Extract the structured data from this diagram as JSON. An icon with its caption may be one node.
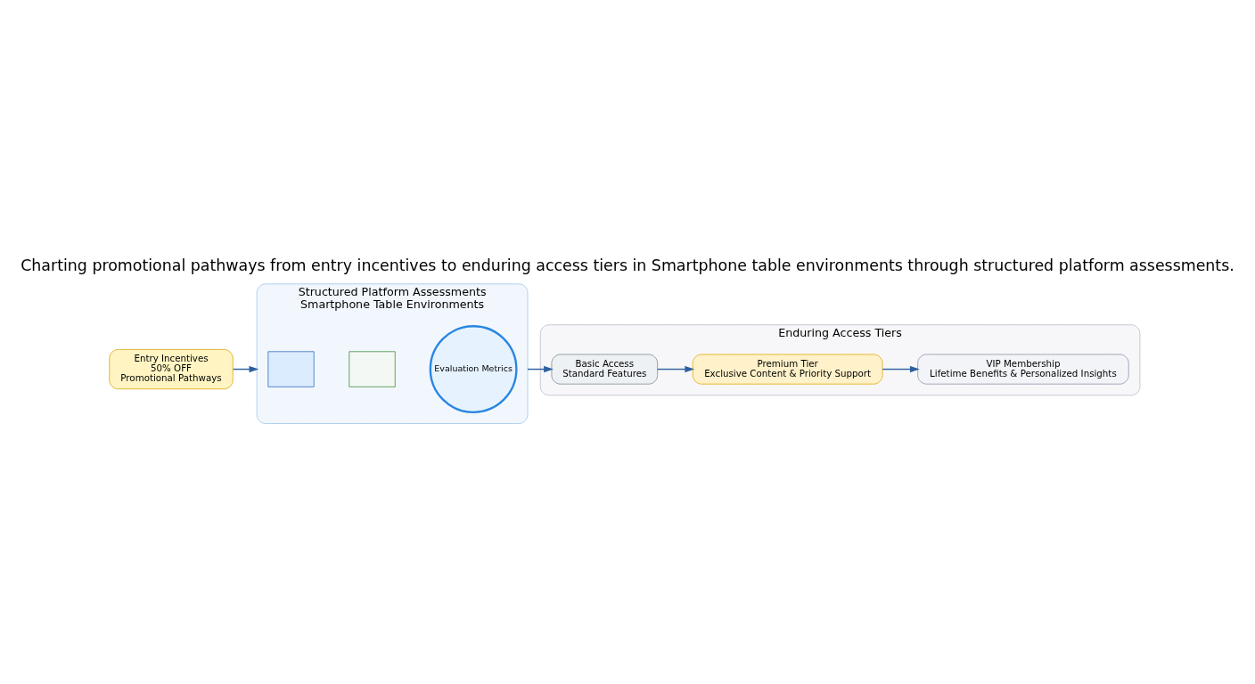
{
  "diagram": {
    "title": "Charting promotional pathways from entry incentives to enduring access tiers in Smartphone table environments through structured platform assessments.",
    "nodes": [
      {
        "text": [
          "Entry Incentives",
          "50% OFF",
          "Promotional Pathways"
        ]
      },
      {
        "text": [
          "Structured Platform Assessments",
          "Smartphone Table Environments"
        ]
      },
      {
        "text": [],
        "shape": "box",
        "in": 1
      },
      {
        "text": [],
        "shape": "box",
        "in": 1
      },
      {
        "text": [
          "Evaluation Metrics"
        ],
        "in": 1
      },
      {
        "text": [
          "Enduring Access Tiers"
        ]
      },
      {
        "text": [
          "Basic Access",
          "Standard Features"
        ],
        "in": 5
      },
      {
        "text": [
          "Premium Tier",
          "Exclusive Content & Priority Support"
        ],
        "in": 5
      },
      {
        "text": [
          "VIP Membership",
          "Lifetime Benefits & Personalized Insights"
        ],
        "in": 5
      }
    ],
    "edges": [
      {
        "from": 0,
        "to": 1,
        "arrow": "to"
      },
      {
        "from": 1,
        "to": 6,
        "arrow": "to"
      },
      {
        "from": 6,
        "to": 7,
        "arrow": "to"
      },
      {
        "from": 7,
        "to": 8,
        "arrow": "to"
      }
    ]
  }
}
